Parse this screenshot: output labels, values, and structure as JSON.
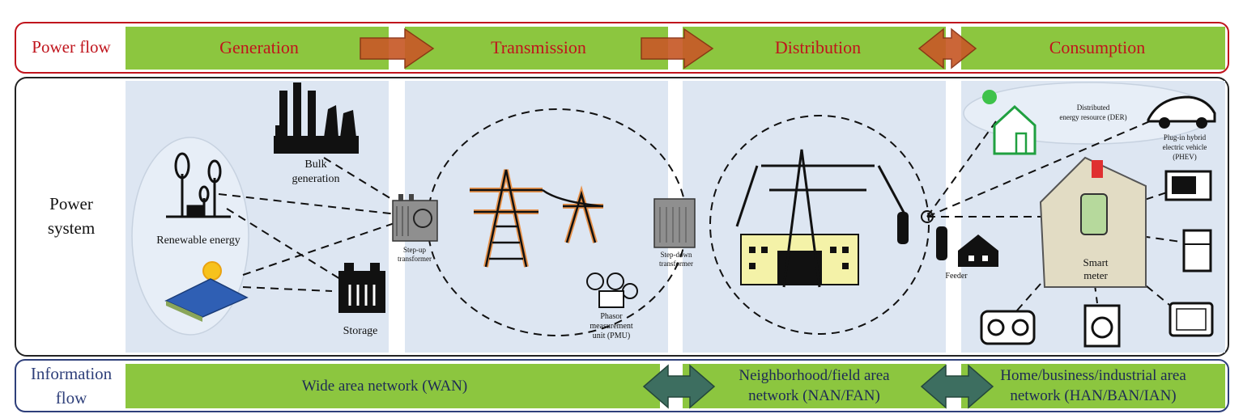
{
  "rows": {
    "power_flow": "Power flow",
    "power_system_line1": "Power",
    "power_system_line2": "system",
    "information_flow_line1": "Information",
    "information_flow_line2": "flow"
  },
  "stages": [
    "Generation",
    "Transmission",
    "Distribution",
    "Consumption"
  ],
  "components": {
    "bulk_line1": "Bulk",
    "bulk_line2": "generation",
    "renewable": "Renewable energy",
    "storage": "Storage",
    "step_up_line1": "Step-up",
    "step_up_line2": "transformer",
    "step_down_line1": "Step-down",
    "step_down_line2": "transformer",
    "pmu_line1": "Phasor",
    "pmu_line2": "measurement",
    "pmu_line3": "unit (PMU)",
    "feeder": "Feeder",
    "der_line1": "Distributed",
    "der_line2": "energy resource (DER)",
    "phev_line1": "Plug-in hybrid",
    "phev_line2": "electric vehicle",
    "phev_line3": "(PHEV)",
    "smart_meter_line1": "Smart",
    "smart_meter_line2": "meter"
  },
  "networks": {
    "wan": "Wide area network (WAN)",
    "nan_line1": "Neighborhood/field area",
    "nan_line2": "network (NAN/FAN)",
    "han_line1": "Home/business/industrial area",
    "han_line2": "network (HAN/BAN/IAN)"
  },
  "colors": {
    "green_band": "#8cc63f",
    "power_frame": "#c0141c",
    "info_frame": "#2e3f7a",
    "panel_bg": "#dde6f2",
    "arrow_orange": "#c75a28",
    "arrow_teal": "#3d6e60"
  }
}
